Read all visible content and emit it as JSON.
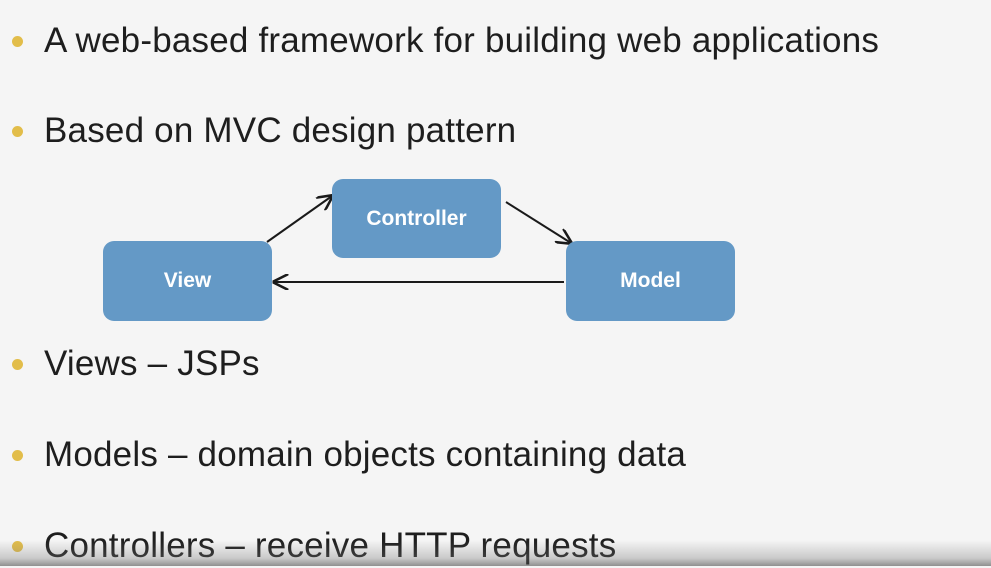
{
  "slide": {
    "bullets": [
      "A web-based framework for building web applications",
      "Based on MVC design pattern",
      "Views – JSPs",
      "Models – domain objects containing data",
      "Controllers – receive HTTP requests"
    ],
    "diagram": {
      "controller_label": "Controller",
      "view_label": "View",
      "model_label": "Model"
    }
  },
  "colors": {
    "bullet_dot": "#e2bd4a",
    "box_fill": "#6499c6",
    "background": "#f5f5f5"
  }
}
